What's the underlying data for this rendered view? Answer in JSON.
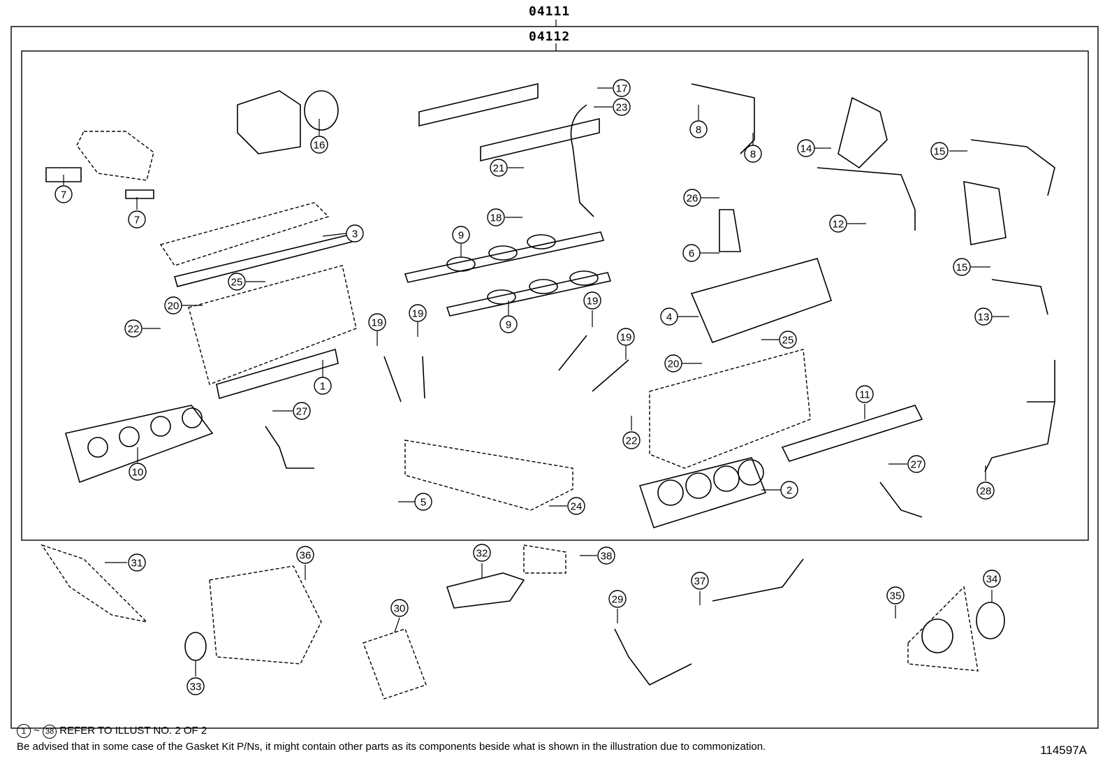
{
  "header": {
    "kit_outer": "04111",
    "kit_inner": "04112"
  },
  "callouts": [
    "1",
    "2",
    "3",
    "4",
    "5",
    "6",
    "7",
    "7",
    "8",
    "8",
    "9",
    "9",
    "10",
    "11",
    "12",
    "13",
    "14",
    "15",
    "15",
    "16",
    "17",
    "18",
    "19",
    "19",
    "19",
    "19",
    "20",
    "20",
    "21",
    "22",
    "22",
    "23",
    "24",
    "25",
    "25",
    "26",
    "27",
    "27",
    "28",
    "29",
    "30",
    "31",
    "32",
    "33",
    "34",
    "35",
    "36",
    "37",
    "38"
  ],
  "footer": {
    "refer_circle_start": "1",
    "refer_tilde": "~",
    "refer_circle_end": "38",
    "refer_text": "REFER TO ILLUST NO. 2 OF 2",
    "advisory": "Be advised that in some case of the Gasket Kit P/Ns,  it might contain other parts as its components beside what is shown in the illustration due to commonization.",
    "illustration_id": "114597A"
  }
}
